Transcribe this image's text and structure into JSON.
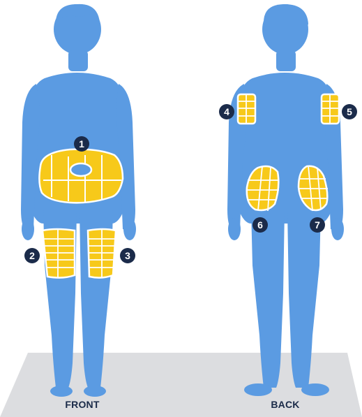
{
  "views": {
    "front": {
      "label": "FRONT"
    },
    "back": {
      "label": "BACK"
    }
  },
  "sites": [
    {
      "number": "1"
    },
    {
      "number": "2"
    },
    {
      "number": "3"
    },
    {
      "number": "4"
    },
    {
      "number": "5"
    },
    {
      "number": "6"
    },
    {
      "number": "7"
    }
  ],
  "colors": {
    "body": "#5b9be2",
    "zone_fill": "#f7c91a",
    "zone_grid": "#ffffff",
    "badge": "#1b2b4a",
    "floor": "#dcdde0",
    "label": "#1a2a48"
  }
}
